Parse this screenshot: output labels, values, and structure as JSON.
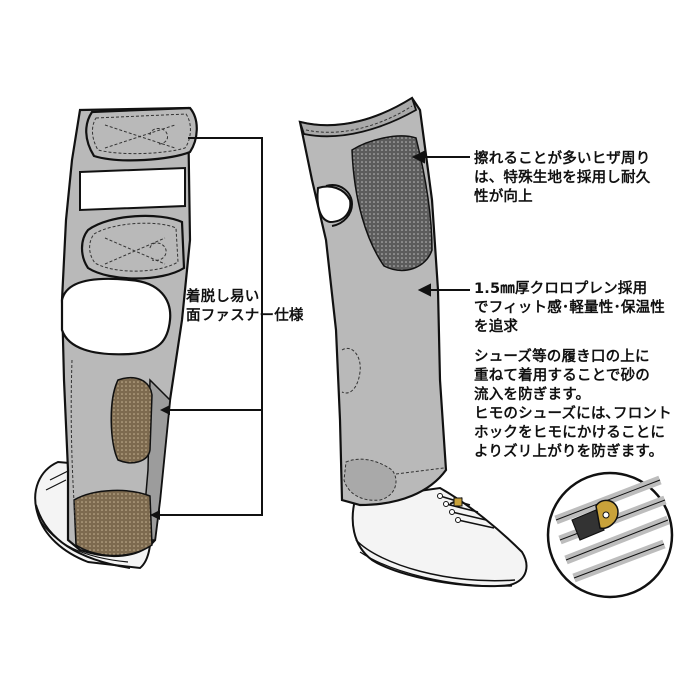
{
  "callouts": {
    "fastener": {
      "lines": [
        "着脱し易い",
        "面ファスナー仕様"
      ]
    },
    "knee": {
      "lines": [
        "擦れることが多いヒザ周り",
        "は、特殊生地を採用し耐久",
        "性が向上"
      ]
    },
    "material": {
      "lines": [
        "1.5㎜厚クロロプレン採用",
        "でフィット感･軽量性･保温性",
        "を追求"
      ]
    },
    "shoes": {
      "lines": [
        "シューズ等の履き口の上に",
        "重ねて着用することで砂の",
        "流入を防ぎます。",
        "ヒモのシューズには､フロント",
        "ホックをヒモにかけることに",
        "よりズリ上がりを防ぎます。"
      ]
    }
  },
  "colors": {
    "fabric": "#b9b9b9",
    "fabric_dark": "#9c9c9c",
    "pad": "#5a5a5a",
    "brown_pad": "#7d6a4f",
    "outline": "#111111",
    "background": "#ffffff"
  }
}
